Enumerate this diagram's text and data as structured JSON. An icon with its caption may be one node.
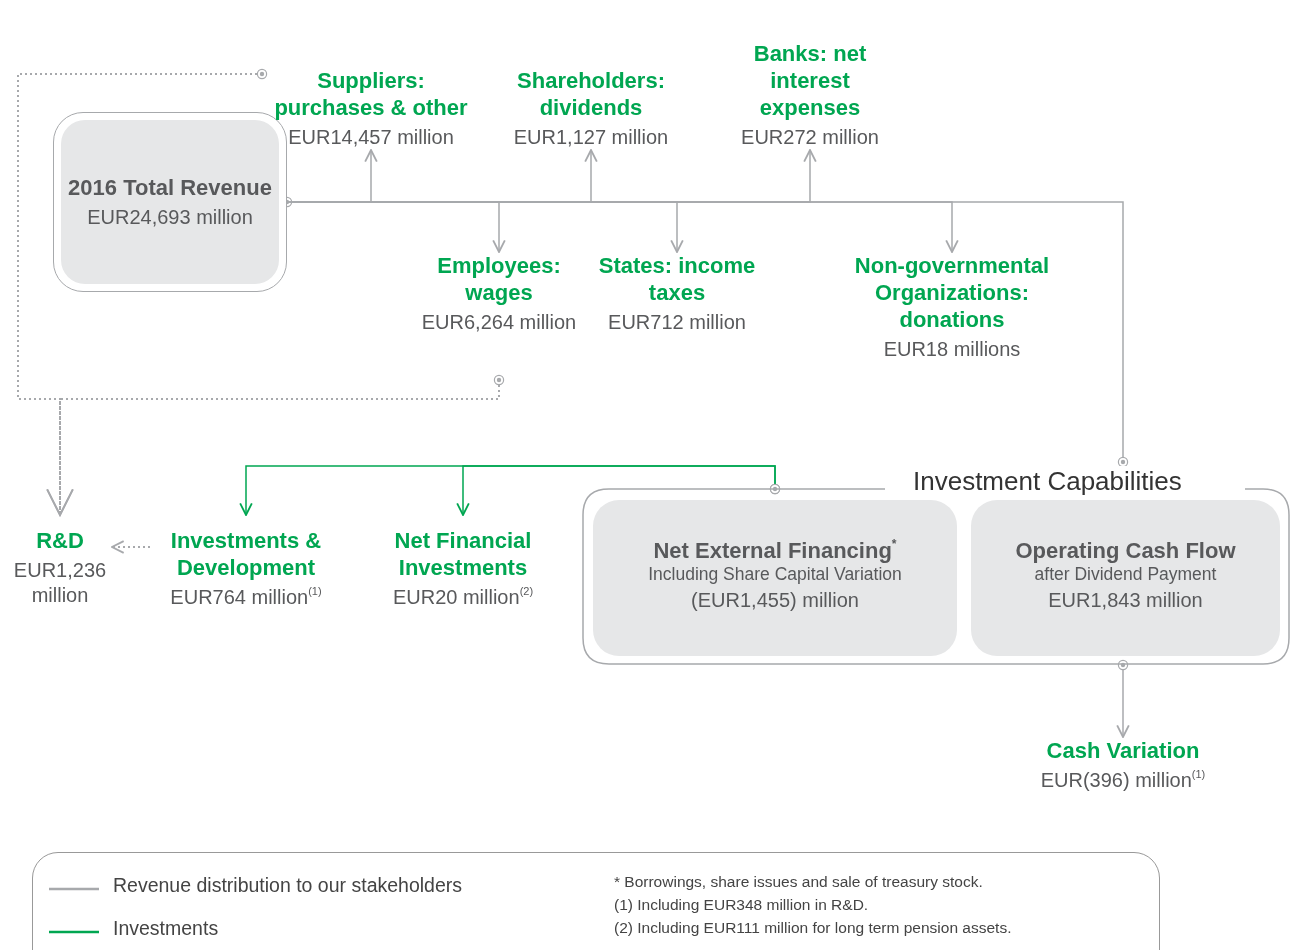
{
  "diagram": {
    "nodes": [
      {
        "text": [
          "2016 Total Revenue",
          "EUR24,693 million"
        ]
      },
      {
        "text": [
          "Suppliers: purchases & other",
          "EUR14,457 million"
        ]
      },
      {
        "text": [
          "Shareholders: dividends",
          "EUR1,127 million"
        ]
      },
      {
        "text": [
          "Banks: net interest expenses",
          "EUR272 million"
        ]
      },
      {
        "text": [
          "Employees: wages",
          "EUR6,264 million"
        ]
      },
      {
        "text": [
          "States: income taxes",
          "EUR712 million"
        ]
      },
      {
        "text": [
          "Non-governmental Organizations: donations",
          "EUR18 millions"
        ]
      },
      {
        "text": [
          "Investment Capabilities"
        ]
      },
      {
        "text": [
          "Net External Financing$^{*}$",
          "Including Share Capital Variation",
          "(EUR1,455) million"
        ],
        "in": 7
      },
      {
        "text": [
          "Operating Cash Flow",
          "after Dividend Payment",
          "EUR1,843 million"
        ],
        "in": 7
      },
      {
        "text": [
          "R&D",
          "EUR1,236 million"
        ]
      },
      {
        "text": [
          "Investments & Development",
          "EUR764 million$^{(1)}$"
        ]
      },
      {
        "text": [
          "Net Financial Investments",
          "EUR20 million$^{(2)}$"
        ]
      },
      {
        "text": [
          "Cash Variation",
          "EUR(396) million$^{(1)}$"
        ]
      }
    ],
    "edges": [
      {
        "from": 0,
        "to": 7,
        "arrow": "other"
      },
      {
        "from": 0,
        "to": 1,
        "arrow": "to"
      },
      {
        "from": 0,
        "to": 2,
        "arrow": "to"
      },
      {
        "from": 0,
        "to": 3,
        "arrow": "to"
      },
      {
        "from": 0,
        "to": 4,
        "arrow": "to"
      },
      {
        "from": 0,
        "to": 5,
        "arrow": "to"
      },
      {
        "from": 0,
        "to": 6,
        "arrow": "to"
      },
      {
        "from": 7,
        "to": 11,
        "arrow": "to",
        "color": "#00a651"
      },
      {
        "from": 7,
        "to": 12,
        "arrow": "to",
        "color": "#00a651"
      },
      {
        "from": 7,
        "to": 13,
        "arrow": "to"
      },
      {
        "from": 1,
        "to": 10,
        "arrow": "to",
        "style": "dashed"
      },
      {
        "from": 4,
        "to": 10,
        "arrow": "to",
        "style": "dashed"
      },
      {
        "from": 11,
        "to": 10,
        "arrow": "to",
        "style": "dashed"
      }
    ],
    "labels": [
      "* Borrowings, share issues and sale of treasury stock.",
      "(1) Including EUR348 million in R&D.",
      "(2) Including EUR111 million for long term pension assets."
    ],
    "legend": [
      {
        "text": "Revenue distribution to our stakeholders"
      },
      {
        "text": "Investments"
      }
    ]
  }
}
